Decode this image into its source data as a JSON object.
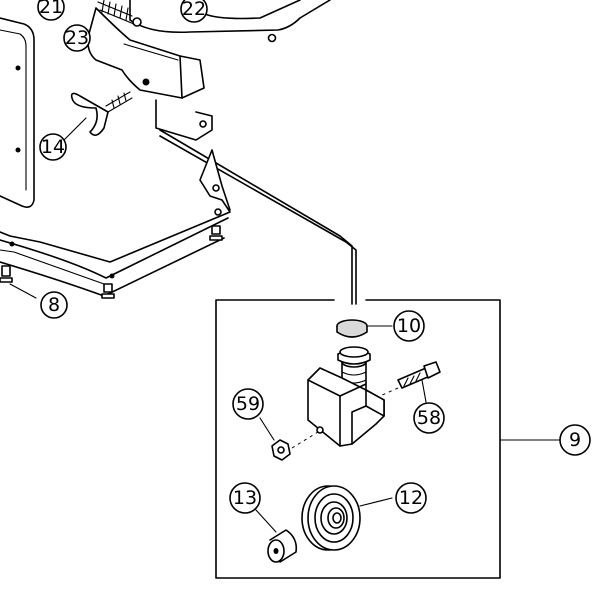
{
  "diagram": {
    "callouts": {
      "c21": "21",
      "c22": "22",
      "c23": "23",
      "c14": "14",
      "c8": "8",
      "c10": "10",
      "c59": "59",
      "c58": "58",
      "c9": "9",
      "c13": "13",
      "c12": "12"
    },
    "colors": {
      "ink": "#000000",
      "paper": "#ffffff",
      "shade": "#d9d9d9"
    }
  }
}
